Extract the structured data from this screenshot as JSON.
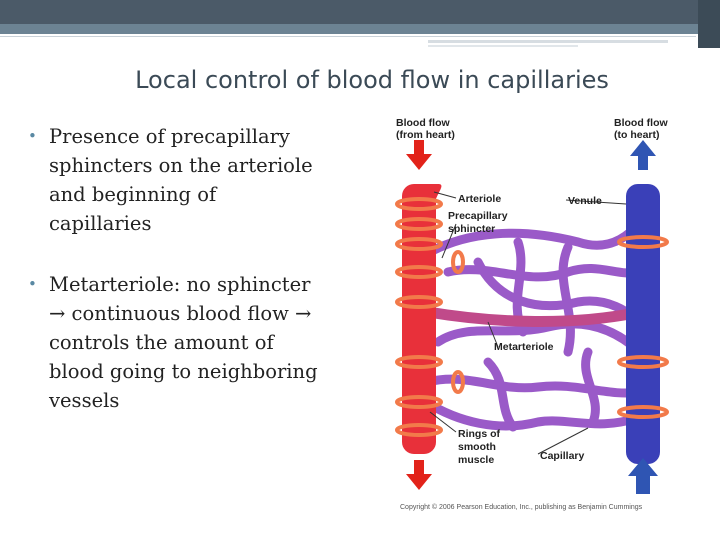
{
  "slide": {
    "title": "Local control of blood flow in capillaries",
    "bullets": [
      "Presence of precapillary sphincters on the arteriole and beginning of capillaries",
      "Metarteriole: no sphincter → continuous blood flow → controls the amount of blood going to neighboring vessels"
    ]
  },
  "figure": {
    "labels": {
      "blood_flow_in_1": "Blood flow",
      "blood_flow_in_2": "(from heart)",
      "blood_flow_out_1": "Blood flow",
      "blood_flow_out_2": "(to heart)",
      "arteriole": "Arteriole",
      "precap_1": "Precapillary",
      "precap_2": "sphincter",
      "venule": "Venule",
      "metarteriole": "Metarteriole",
      "rings_1": "Rings of",
      "rings_2": "smooth",
      "rings_3": "muscle",
      "capillary": "Capillary"
    },
    "colors": {
      "artery": "#e8303a",
      "vein": "#3a40b8",
      "capillary": "#9a5ac8",
      "arrow": "#e2231a",
      "vein_arrow": "#2f55b3",
      "ring": "#f27a4a"
    },
    "copyright": "Copyright © 2006 Pearson Education, Inc., publishing as Benjamin Cummings"
  }
}
